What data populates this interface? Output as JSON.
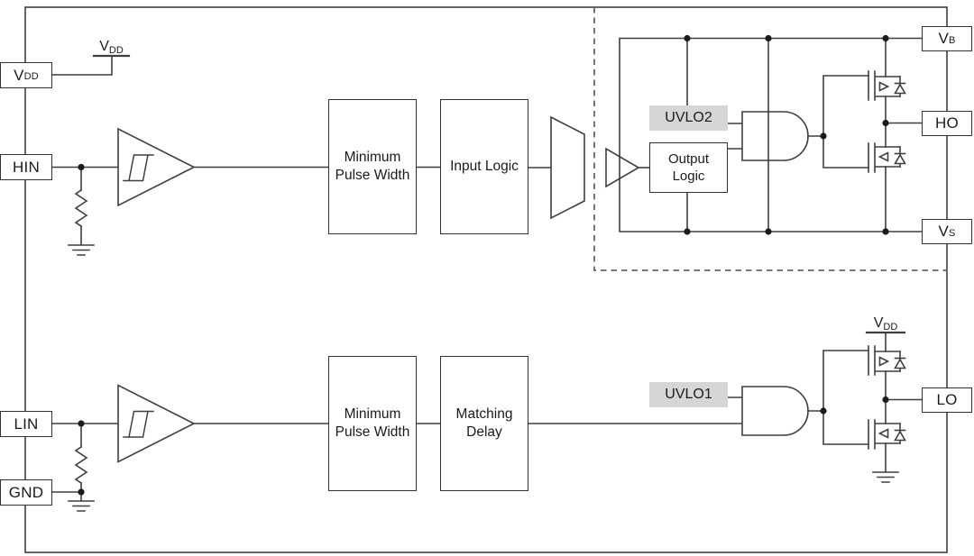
{
  "diagram_title": "half-bridge gate driver functional block diagram",
  "colors": {
    "wire": "#3f3f3f",
    "box_border": "#333333",
    "uvlo_background": "#d6d6d6",
    "text": "#1b1b1b",
    "background": "#ffffff",
    "dashed_boundary": "#666666"
  },
  "pins": {
    "vdd": {
      "base": "V",
      "sub": "DD"
    },
    "hin": {
      "base": "HIN",
      "sub": ""
    },
    "lin": {
      "base": "LIN",
      "sub": ""
    },
    "gnd": {
      "base": "GND",
      "sub": ""
    },
    "vb": {
      "base": "V",
      "sub": "B"
    },
    "ho": {
      "base": "HO",
      "sub": ""
    },
    "vs": {
      "base": "V",
      "sub": "S"
    },
    "lo": {
      "base": "LO",
      "sub": ""
    }
  },
  "blocks": {
    "min_pulse_width_high": "Minimum Pulse Width",
    "input_logic": "Input Logic",
    "min_pulse_width_low": "Minimum Pulse Width",
    "matching_delay": "Matching Delay",
    "output_logic": "Output Logic"
  },
  "labels": {
    "uvlo2": "UVLO2",
    "uvlo1": "UVLO1",
    "vdd_supply_top": {
      "base": "V",
      "sub": "DD"
    },
    "vdd_supply_low": {
      "base": "V",
      "sub": "DD"
    }
  }
}
